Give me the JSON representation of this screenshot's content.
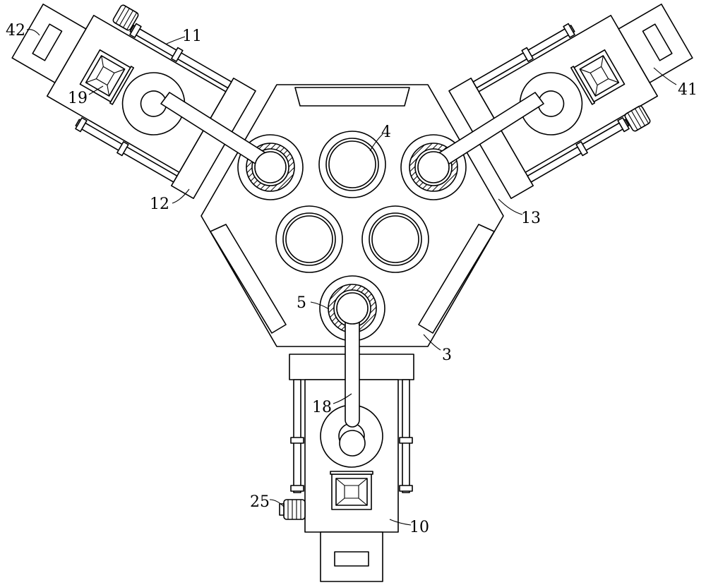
{
  "labels": {
    "l42": "42",
    "l11": "11",
    "l19": "19",
    "l12": "12",
    "l4": "4",
    "l41": "41",
    "l13": "13",
    "l5": "5",
    "l3": "3",
    "l18": "18",
    "l25": "25",
    "l10": "10"
  },
  "colors": {
    "line": "#000000",
    "background": "#ffffff",
    "hatch": "#000000"
  }
}
